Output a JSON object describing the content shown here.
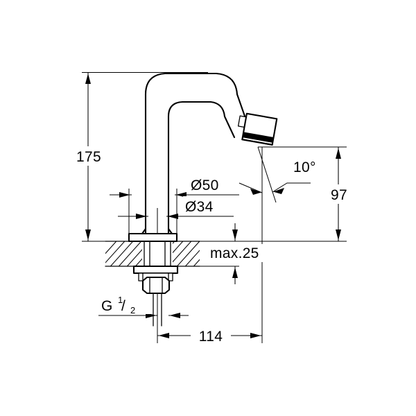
{
  "drawing": {
    "title": "Faucet spout technical dimension drawing",
    "background_color": "#ffffff",
    "line_color": "#000000",
    "units": "mm"
  },
  "dimensions": {
    "height_overall": "175",
    "outlet_height": "97",
    "projection": "114",
    "counter_thickness": "max.25",
    "flange_diameter": "Ø50",
    "column_diameter": "Ø34",
    "outlet_angle": "10°",
    "thread_size_letter": "G",
    "thread_size_numerator": "1",
    "thread_size_slash": "/",
    "thread_size_denominator": "2"
  },
  "labels": {
    "height_overall": "175",
    "outlet_height": "97",
    "projection": "114",
    "counter_thickness": "max.25",
    "flange_diameter": "Ø50",
    "column_diameter": "Ø34",
    "outlet_angle": "10°"
  }
}
